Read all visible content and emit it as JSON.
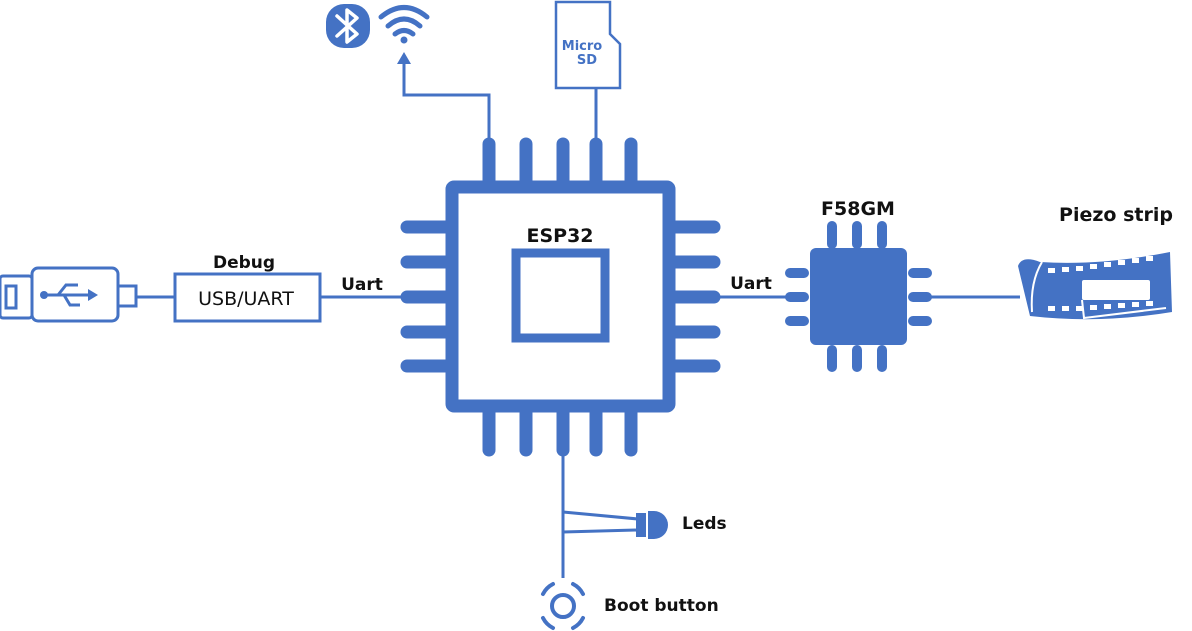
{
  "colors": {
    "accent": "#4472c4",
    "text": "#111111",
    "background": "#ffffff"
  },
  "labels": {
    "esp32": "ESP32",
    "f58gm": "F58GM",
    "piezo": "Piezo strip",
    "debug": "Debug",
    "usb_uart": "USB/UART",
    "uart_left": "Uart",
    "uart_right": "Uart",
    "leds": "Leds",
    "boot_button": "Boot button",
    "sd_micro": "Micro",
    "sd_sd": "SD"
  },
  "icons": {
    "bluetooth": "bluetooth-icon",
    "wifi": "wifi-icon",
    "sd_card": "micro-sd-card-icon",
    "usb": "usb-connector-icon",
    "led": "led-icon",
    "button": "push-button-icon",
    "piezo": "film-strip-icon"
  }
}
